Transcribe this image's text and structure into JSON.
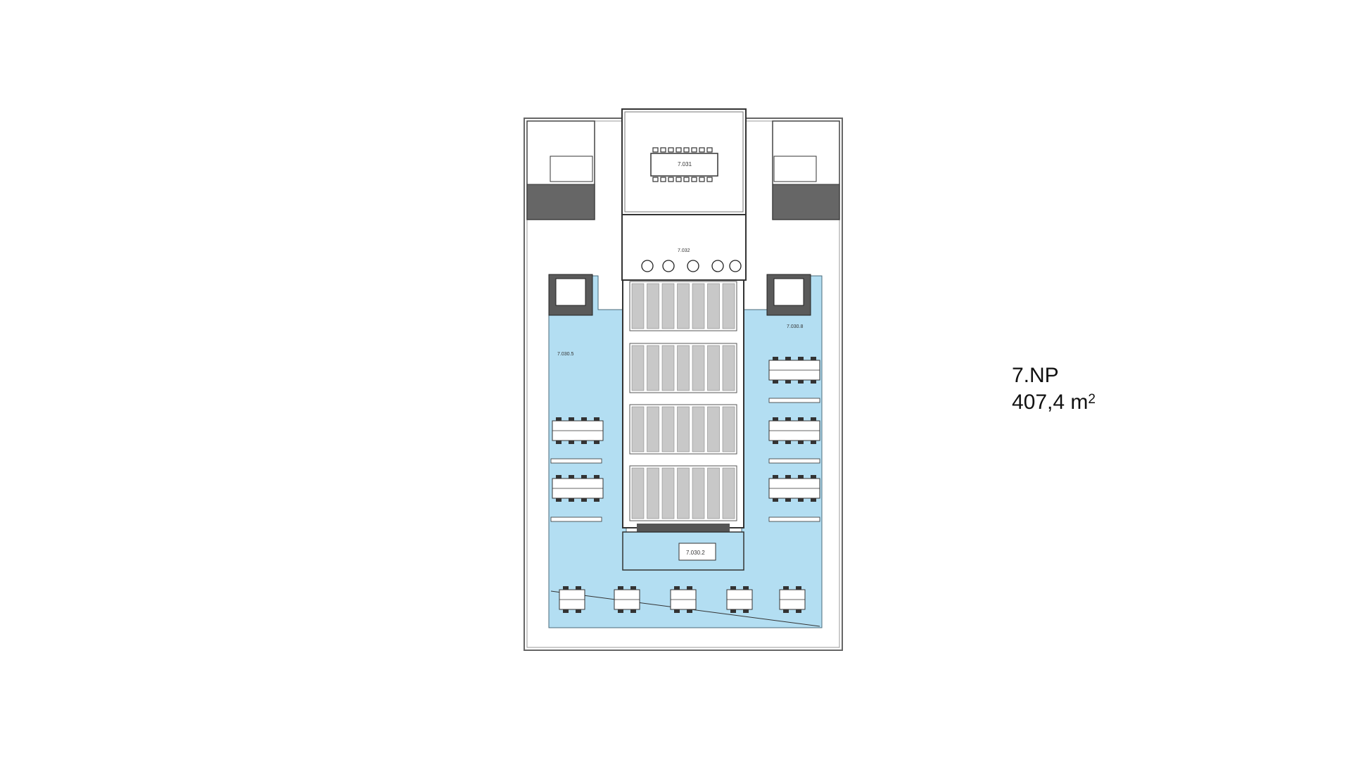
{
  "floor": {
    "name": "7.NP",
    "area_value": "407,4 m",
    "area_exponent": "2"
  },
  "rooms": {
    "conference": "7.031",
    "lobby": "7.032",
    "west_zone": "7.030.5",
    "east_zone": "7.030.8",
    "south_meeting": "7.030.2"
  },
  "colors": {
    "highlight": "#b3def2",
    "wall_dark": "#555555",
    "line": "#444444",
    "accent_orange": "#e8a200"
  },
  "icons": {
    "desk": "desk-cluster-icon",
    "chair": "armchair-icon",
    "stair": "stair-icon",
    "lift": "elevator-icon"
  }
}
